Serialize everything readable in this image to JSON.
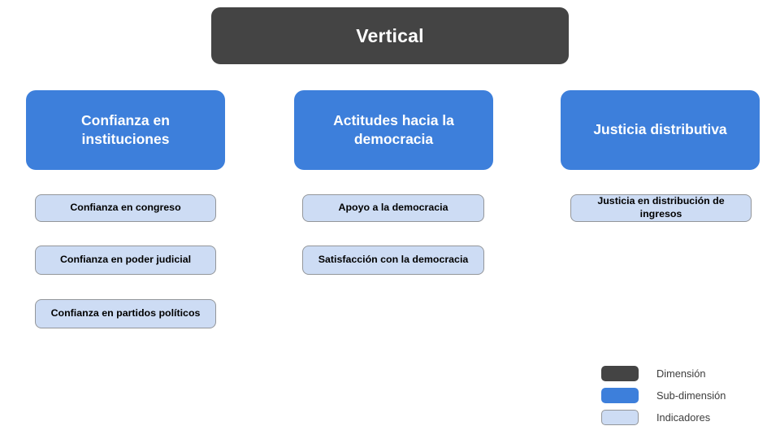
{
  "diagram": {
    "type": "hierarchy-tree",
    "dimension": {
      "label": "Vertical",
      "color": "#444444",
      "text_color": "#ffffff"
    },
    "sub_dimensions": [
      {
        "label": "Confianza en instituciones",
        "color": "#3d7fdb",
        "text_color": "#ffffff",
        "indicators": [
          {
            "label": "Confianza en congreso"
          },
          {
            "label": "Confianza en poder judicial"
          },
          {
            "label": "Confianza en partidos políticos"
          }
        ]
      },
      {
        "label": "Actitudes hacia la democracia",
        "color": "#3d7fdb",
        "text_color": "#ffffff",
        "indicators": [
          {
            "label": "Apoyo a la democracia"
          },
          {
            "label": "Satisfacción con la democracia"
          }
        ]
      },
      {
        "label": "Justicia distributiva",
        "color": "#3d7fdb",
        "text_color": "#ffffff",
        "indicators": [
          {
            "label": "Justicia en distribución de ingresos"
          }
        ]
      }
    ],
    "indicator_style": {
      "color": "#cddcf4",
      "border_color": "#93969a",
      "text_color": "#000000"
    },
    "legend": {
      "items": [
        {
          "label": "Dimensión",
          "color": "#444444"
        },
        {
          "label": "Sub-dimensión",
          "color": "#3d7fdb"
        },
        {
          "label": "Indicadores",
          "color": "#cddcf4"
        }
      ]
    }
  }
}
